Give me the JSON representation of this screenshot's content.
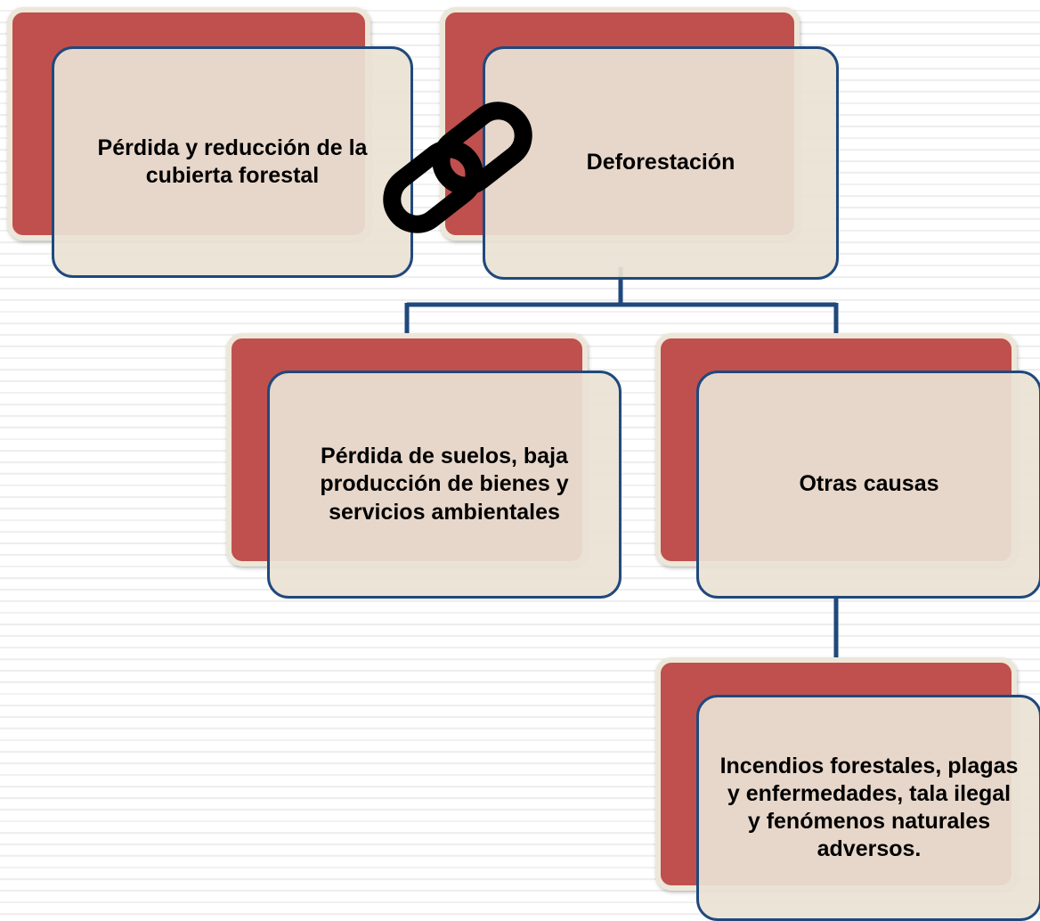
{
  "nodes": {
    "node_1": {
      "text": "Pérdida y reducción de la cubierta forestal"
    },
    "node_2": {
      "text": "Deforestación"
    },
    "node_3": {
      "text": "Pérdida de suelos, baja producción de bienes y servicios ambientales"
    },
    "node_4": {
      "text": "Otras causas"
    },
    "node_5": {
      "text": "Incendios forestales, plagas y enfermedades, tala ilegal y fenómenos naturales adversos."
    }
  },
  "colors": {
    "back_box": "#c0504d",
    "front_border": "#1f497d",
    "front_fill": "#eae2d4",
    "chain": "#000000"
  },
  "icons": [
    "chain-link-icon"
  ]
}
